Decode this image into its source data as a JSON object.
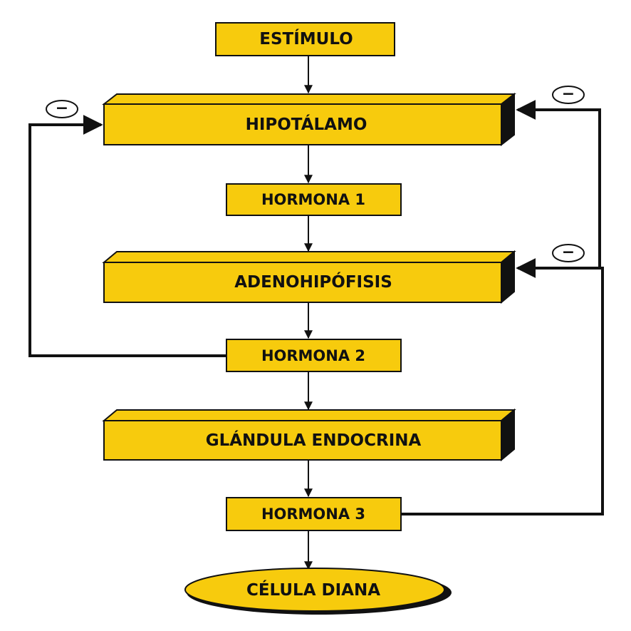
{
  "colors": {
    "box_fill": "#F7CB0D",
    "box_side": "#111111",
    "stroke": "#111111",
    "background": "#FFFFFF"
  },
  "nodes": {
    "estimulo": "ESTÍMULO",
    "hipotalamo": "HIPOTÁLAMO",
    "hormona1": "HORMONA 1",
    "adenohipofisis": "ADENOHIPÓFISIS",
    "hormona2": "HORMONA 2",
    "glandula": "GLÁNDULA ENDOCRINA",
    "hormona3": "HORMONA 3",
    "celula": "CÉLULA DIANA"
  },
  "feedback": {
    "hormona2_to_hipotalamo": "−",
    "hormona3_to_hipotalamo": "−",
    "hormona3_to_adenohipofisis": "−"
  }
}
